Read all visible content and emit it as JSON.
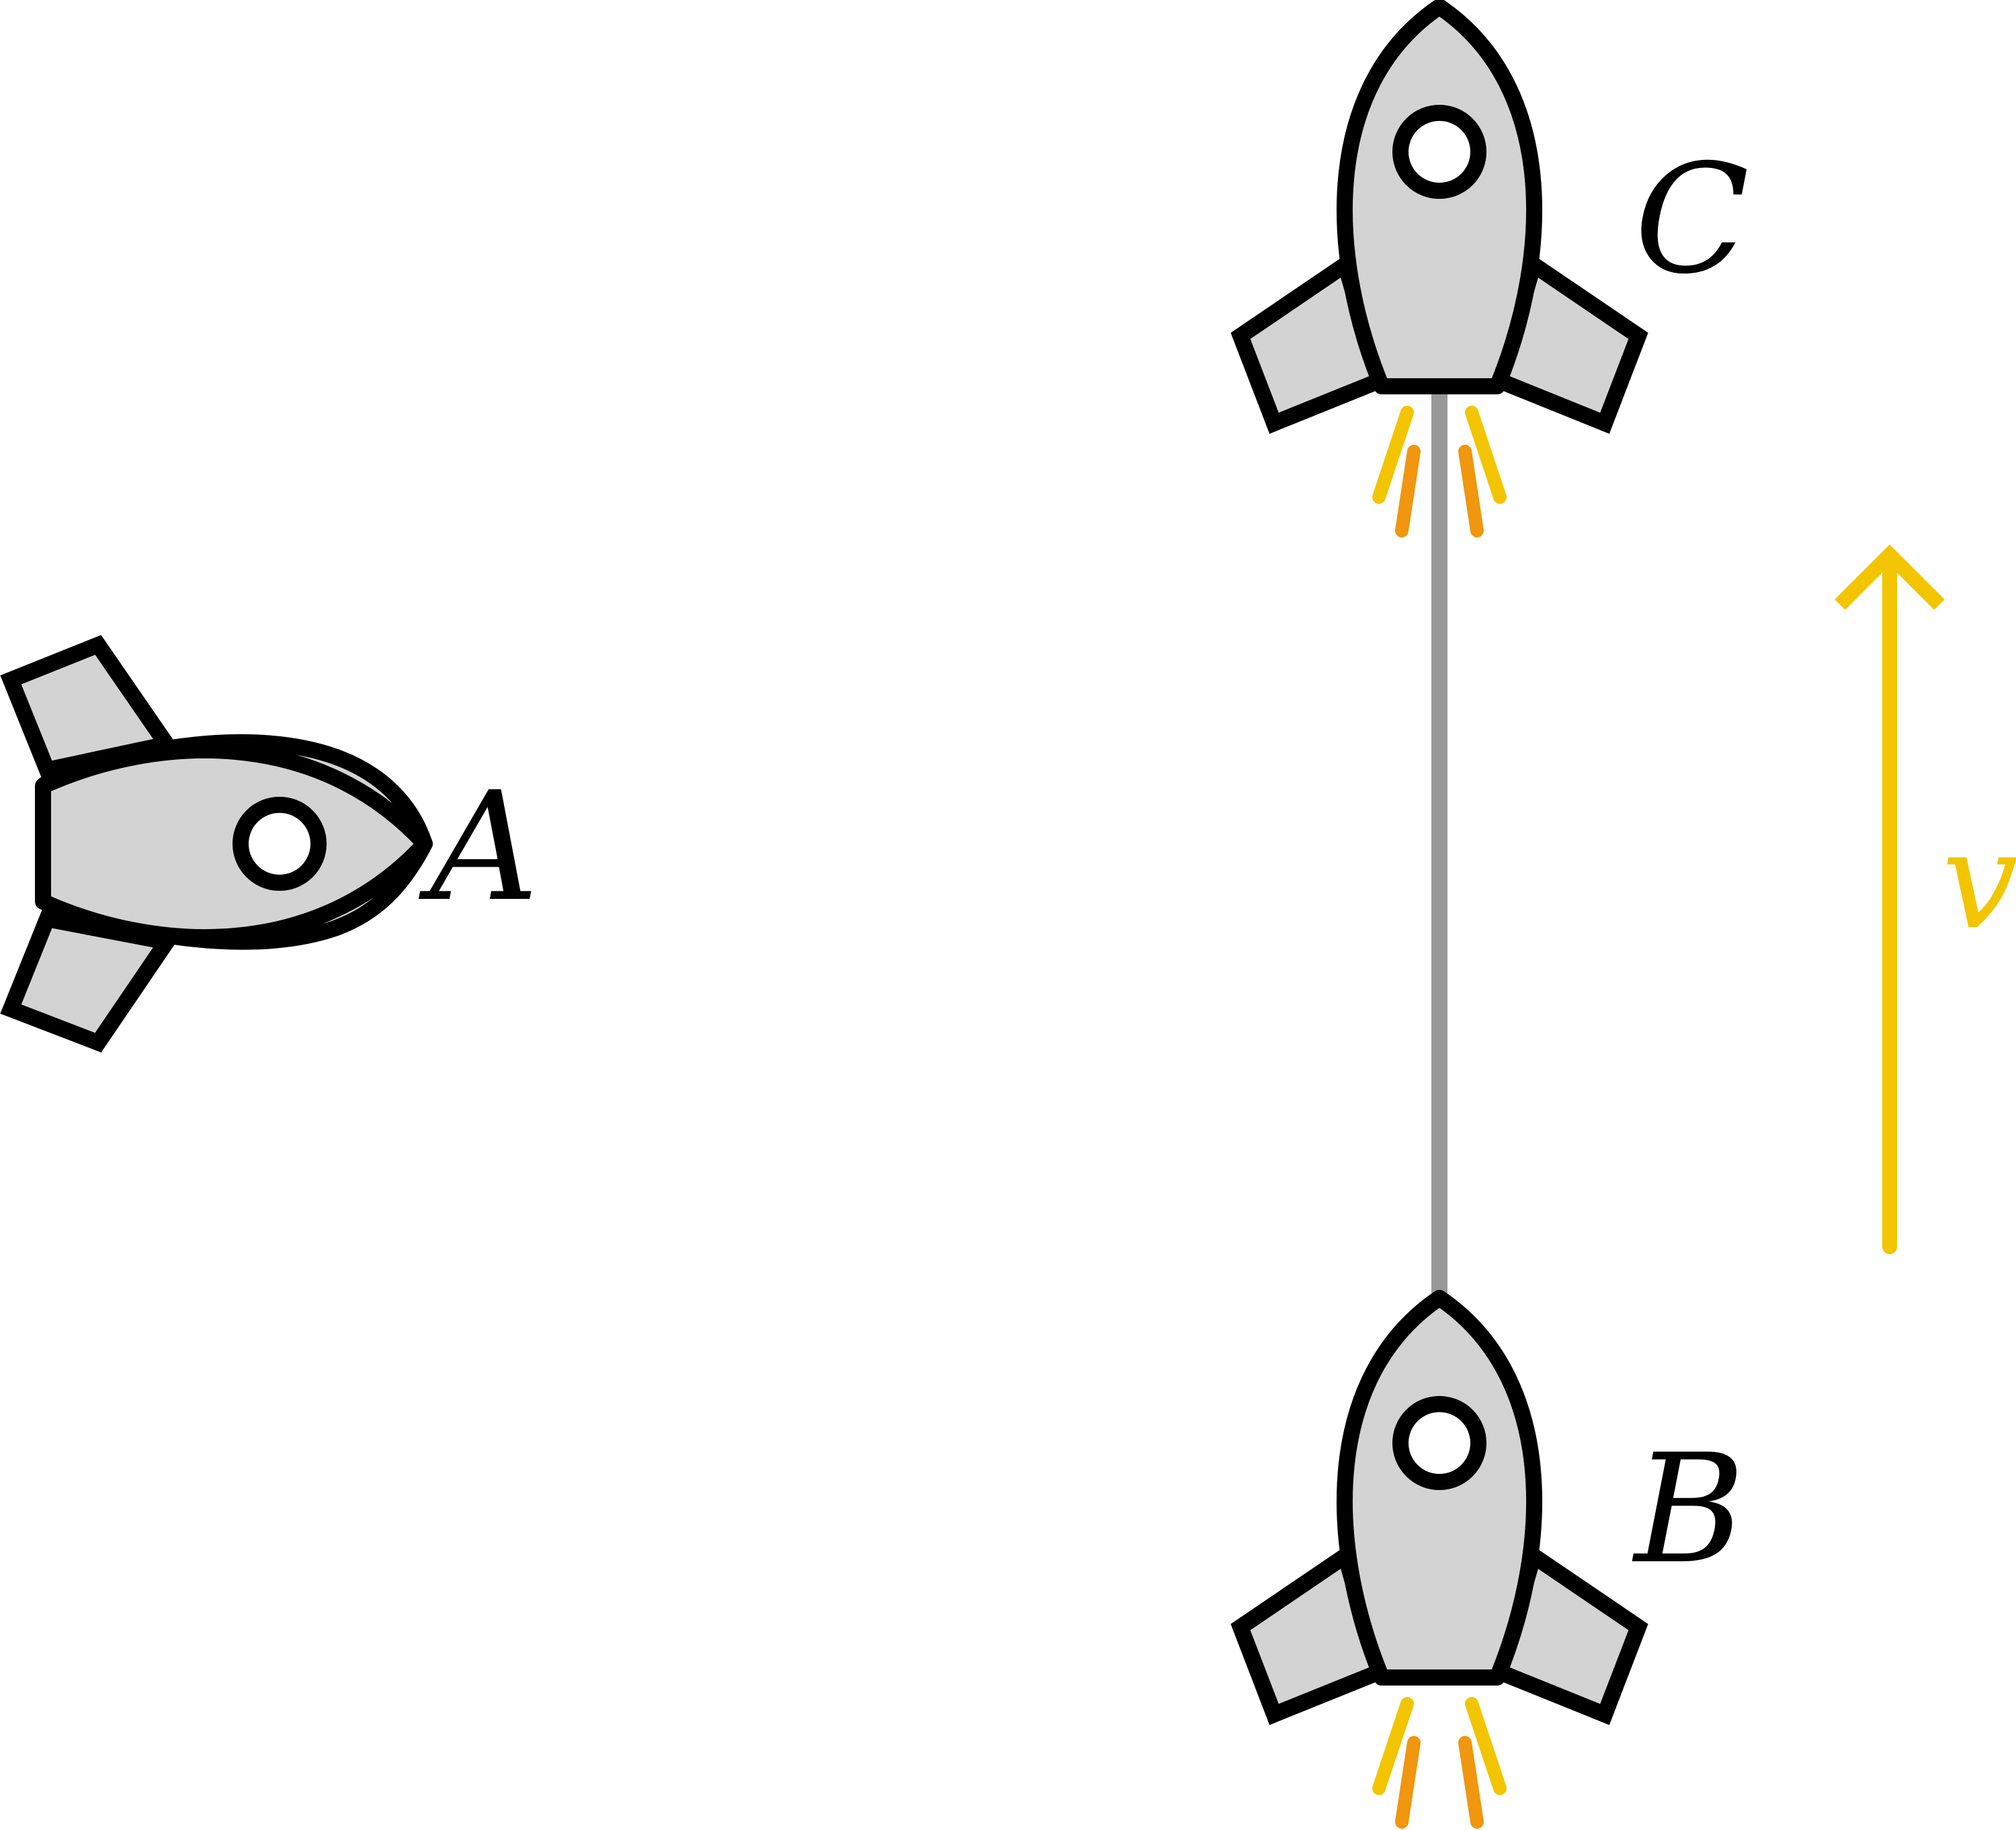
{
  "labels": {
    "rocket_a": "A",
    "rocket_b": "B",
    "rocket_c": "C",
    "velocity": "v"
  },
  "colors": {
    "hull_fill": "#d3d3d3",
    "outline": "#000000",
    "tether": "#999999",
    "velocity_arrow": "#f2c500",
    "flame_outer": "#f2c500",
    "flame_inner": "#f0960f"
  },
  "icons": {
    "rocket": "rocket-icon",
    "flame": "flame-icon",
    "arrow": "arrow-up-icon"
  }
}
